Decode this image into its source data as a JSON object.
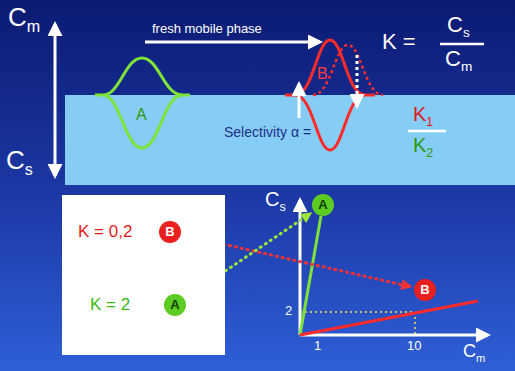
{
  "diagram": {
    "nodes": [
      {
        "text": [
          "A"
        ]
      },
      {
        "text": [
          "B"
        ]
      },
      {
        "text": [
          "K = 0,2",
          "K = 2"
        ]
      },
      {
        "text": [
          "B"
        ],
        "in": 2
      },
      {
        "text": [
          "A"
        ],
        "in": 2
      },
      {
        "text": [
          "A"
        ]
      },
      {
        "text": [
          "B"
        ]
      }
    ],
    "edges": [
      {
        "from": 3,
        "to": 6,
        "arrow": "to"
      },
      {
        "from": 4,
        "to": 5,
        "arrow": "to"
      }
    ],
    "labels": [
      "Cm",
      "Cs",
      "fresh mobile phase",
      "K =",
      "Cs",
      "Cm",
      "Selectivity α =",
      "K1",
      "K2",
      "Cs",
      "Cm",
      "2",
      "1",
      "10"
    ]
  }
}
